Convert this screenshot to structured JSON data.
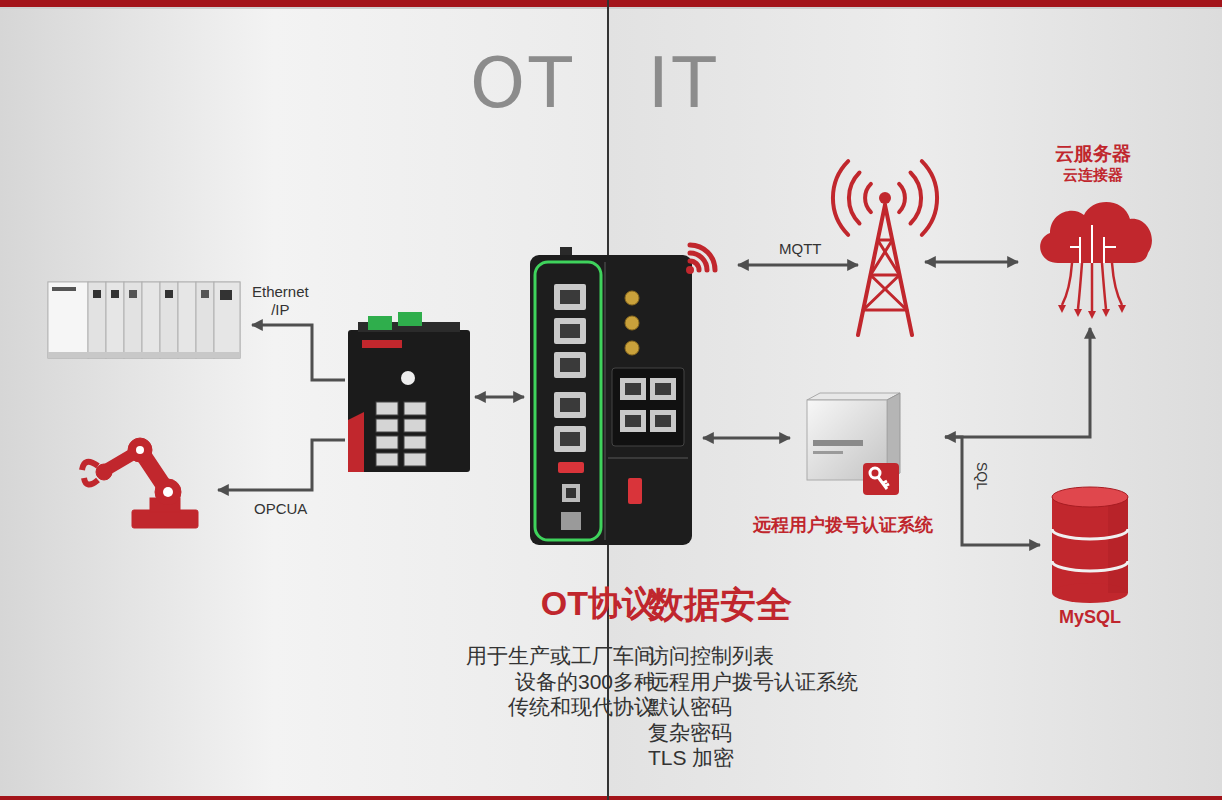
{
  "diagram": {
    "nodes": [
      {
        "text": [
          "云服务器",
          "云连接器"
        ]
      },
      {
        "text": [
          "远程用户拨号认证系统"
        ]
      },
      {
        "text": [
          "MySQL"
        ]
      }
    ],
    "edges": [
      {
        "from": 1,
        "to": 0,
        "arrow": "both"
      },
      {
        "from": 1,
        "to": 2,
        "arrow": "to",
        "label": "SQL"
      }
    ],
    "labels": [
      "OT",
      "IT",
      "Ethernet /IP",
      "OPCUA",
      "MQTT",
      "OT协议",
      "用于生产或工厂车间 设备的300多种 传统和现代协议",
      "数据安全",
      "访问控制列表",
      "远程用户拨号认证系统",
      "默认密码",
      "复杂密码",
      "TLS 加密"
    ]
  }
}
